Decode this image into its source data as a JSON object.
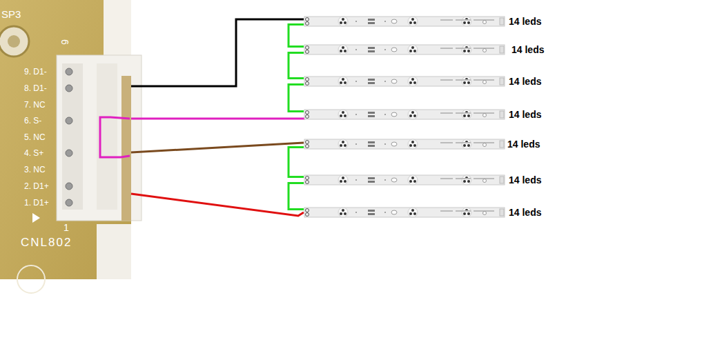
{
  "diagram": {
    "nodes": [
      {
        "text": [
          "14 leds"
        ]
      },
      {
        "text": [
          "14 leds"
        ]
      },
      {
        "text": [
          "14 leds"
        ]
      },
      {
        "text": [
          "14 leds"
        ]
      },
      {
        "text": [
          "14 leds"
        ]
      },
      {
        "text": [
          "14 leds"
        ]
      },
      {
        "text": [
          "14 leds"
        ]
      }
    ],
    "edges": [
      {
        "from": 0,
        "to": 1,
        "arrow": "none"
      },
      {
        "from": 1,
        "to": 2,
        "arrow": "none"
      },
      {
        "from": 2,
        "to": 3,
        "arrow": "none"
      },
      {
        "from": 4,
        "to": 5,
        "arrow": "none"
      },
      {
        "from": 5,
        "to": 6,
        "arrow": "none"
      }
    ],
    "labels": [
      "SP3",
      "6",
      "9. D1-",
      "8. D1-",
      "7. NC",
      "6. S-",
      "5. NC",
      "4. S+",
      "3. NC",
      "2. D1+",
      "1. D1+",
      "1",
      "CNL802"
    ]
  }
}
